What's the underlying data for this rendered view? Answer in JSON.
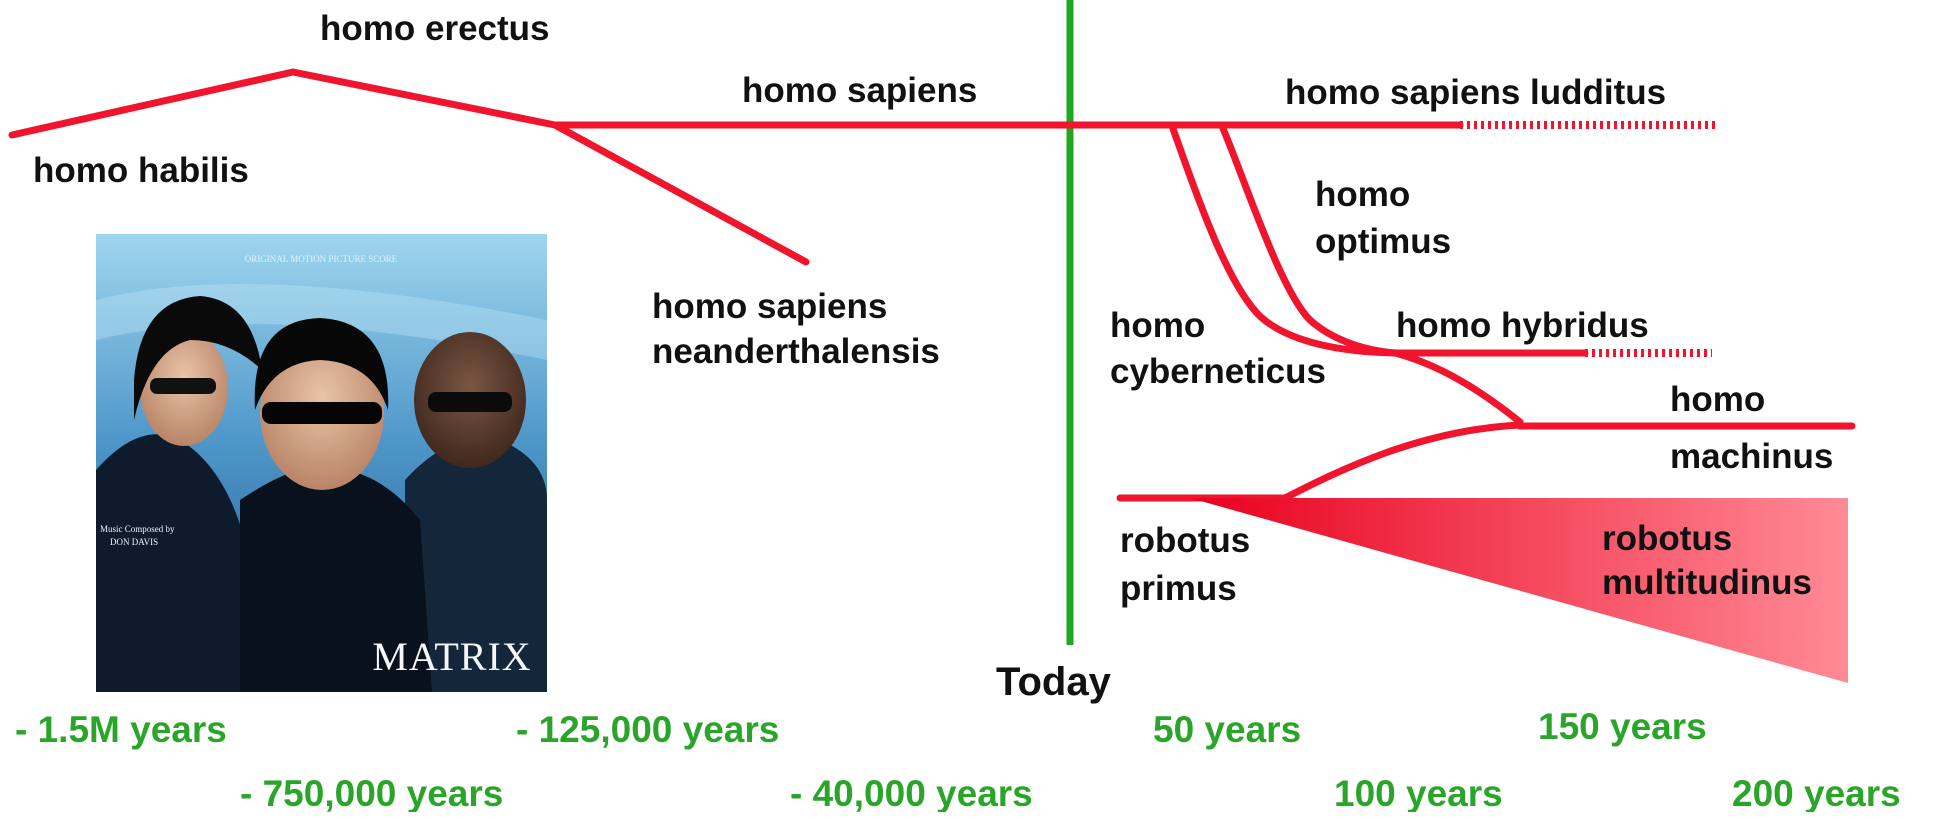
{
  "labels": {
    "homo_erectus": "homo erectus",
    "homo_habilis": "homo habilis",
    "homo_sapiens": "homo sapiens",
    "neanderthalensis_line1": "homo sapiens",
    "neanderthalensis_line2": "neanderthalensis",
    "ludditus": "homo sapiens ludditus",
    "optimus_line1": "homo",
    "optimus_line2": "optimus",
    "cyberneticus_line1": "homo",
    "cyberneticus_line2": "cyberneticus",
    "hybridus": "homo hybridus",
    "machinus_line1": "homo",
    "machinus_line2": "machinus",
    "robotus_primus_line1": "robotus",
    "robotus_primus_line2": "primus",
    "robotus_multitudinus_line1": "robotus",
    "robotus_multitudinus_line2": "multitudinus"
  },
  "today_label": "Today",
  "timeline": {
    "t1": "- 1.5M years",
    "t2": "- 750,000 years",
    "t3": "- 125,000 years",
    "t4": "- 40,000 years",
    "t5": "50 years",
    "t6": "100 years",
    "t7": "150 years",
    "t8": "200 years"
  },
  "poster": {
    "title": "MATRIX",
    "top_text": "ORIGINAL MOTION PICTURE SCORE",
    "credit_line1": "Music Composed by",
    "credit_line2": "DON DAVIS"
  },
  "colors": {
    "branch": "#f0142c",
    "today_line": "#1fa81f",
    "time_text": "#2aa52a"
  }
}
